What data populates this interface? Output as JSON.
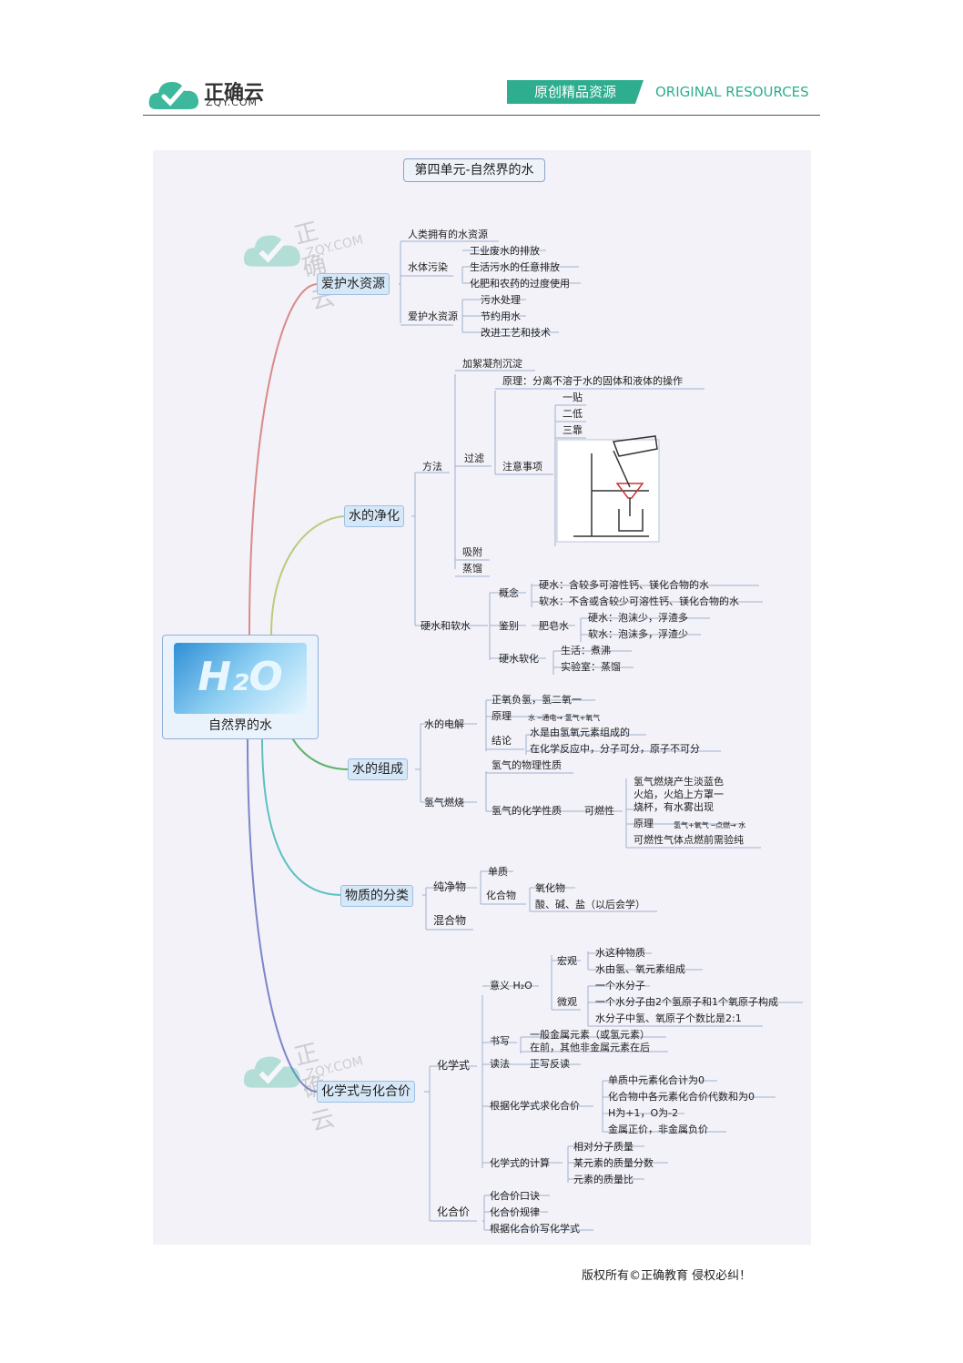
{
  "header": {
    "brand_name": "正确云",
    "brand_domain": "ZQY.COM",
    "banner_cn": "原创精品资源",
    "banner_en": "ORIGINAL RESOURCES"
  },
  "map": {
    "title": "第四单元-自然界的水",
    "center_label": "自然界的水",
    "center_image_text": "H₂O",
    "watermark_name": "正确云",
    "watermark_domain": "ZQY.COM",
    "colors": {
      "branch_fill": "#d6e8f8",
      "branch_border": "#9cc0e4",
      "panel": "#f3f2f8"
    },
    "branches": [
      {
        "label": "爱护水资源"
      },
      {
        "label": "水的净化"
      },
      {
        "label": "水的组成"
      },
      {
        "label": "物质的分类"
      },
      {
        "label": "化学式与化合价"
      }
    ],
    "nodes": [
      "人类拥有的水资源",
      "水体污染",
      "工业废水的排放",
      "生活污水的任意排放",
      "化肥和农药的过度使用",
      "爱护水资源",
      "污水处理",
      "节约用水",
      "改进工艺和技术",
      "加絮凝剂沉淀",
      "原理：分离不溶于水的固体和液体的操作",
      "一贴",
      "二低",
      "三靠",
      "注意事项",
      "过滤",
      "方法",
      "吸附",
      "蒸馏",
      "概念",
      "硬水：含较多可溶性钙、镁化合物的水",
      "软水：不含或含较少可溶性钙、镁化合物的水",
      "鉴别",
      "肥皂水",
      "硬水：泡沫少，浮渣多",
      "软水：泡沫多，浮渣少",
      "硬水和软水",
      "硬水软化",
      "生活：煮沸",
      "实验室：蒸馏",
      "正氧负氢，氢二氧一",
      "原理",
      "水的电解",
      "结论",
      "水是由氢氧元素组成的",
      "在化学反应中，分子可分，原子不可分",
      "氢气的物理性质",
      "氢气燃烧",
      "氢气的化学性质",
      "可燃性",
      "氢气燃烧产生淡蓝色",
      "火焰，火焰上方罩一",
      "烧杯，有水雾出现",
      "原理",
      "可燃性气体点燃前需验纯",
      "单质",
      "纯净物",
      "化合物",
      "氧化物",
      "酸、碱、盐（以后会学）",
      "混合物",
      "意义 H₂O",
      "宏观",
      "水这种物质",
      "水由氢、氧元素组成",
      "微观",
      "一个水分子",
      "一个水分子由2个氢原子和1个氧原子构成",
      "水分子中氢、氧原子个数比是2:1",
      "书写",
      "一般金属元素（或氢元素）",
      "在前，其他非金属元素在后",
      "读法",
      "正写反读",
      "化学式",
      "根据化学式求化合价",
      "单质中元素化合计为0",
      "化合物中各元素化合价代数和为0",
      "H为+1，O为-2",
      "金属正价，非金属负价",
      "化学式的计算",
      "相对分子质量",
      "某元素的质量分数",
      "元素的质量比",
      "化合价",
      "化合价口诀",
      "化合价规律",
      "根据化合价写化学式"
    ],
    "equations": {
      "electrolysis": "水 ─通电→ 氢气+氧气",
      "combustion": "氢气+氧气 ─点燃→ 水"
    }
  },
  "footer": {
    "copyright": "版权所有©正确教育  侵权必纠！"
  }
}
